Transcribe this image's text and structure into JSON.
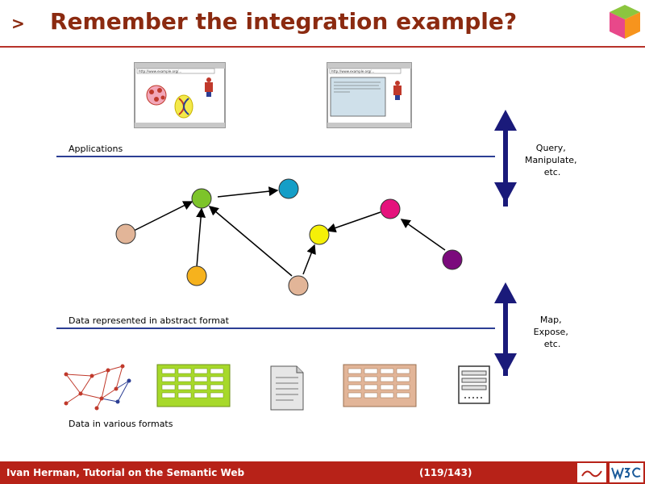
{
  "header": {
    "bullet": ">",
    "title": "Remember the integration example?"
  },
  "diagram": {
    "browser_left_url": "http://www.example.org/...",
    "browser_right_url": "http://www.example.org/...",
    "layer_applications": "Applications",
    "layer_abstract": "Data represented in abstract format",
    "layer_formats": "Data in various formats",
    "arrow_top_label": [
      "Query,",
      "Manipulate,",
      "etc."
    ],
    "arrow_bottom_label": [
      "Map,",
      "Expose,",
      "etc."
    ]
  },
  "footer": {
    "author": "Ivan Herman, Tutorial on the Semantic Web",
    "page": "(119/143)"
  },
  "colors": {
    "title": "#8b2a10",
    "footer_bg": "#b72218",
    "rule": "#b7332a",
    "arrow": "#1a1a7a",
    "line": "#2c3e94"
  }
}
